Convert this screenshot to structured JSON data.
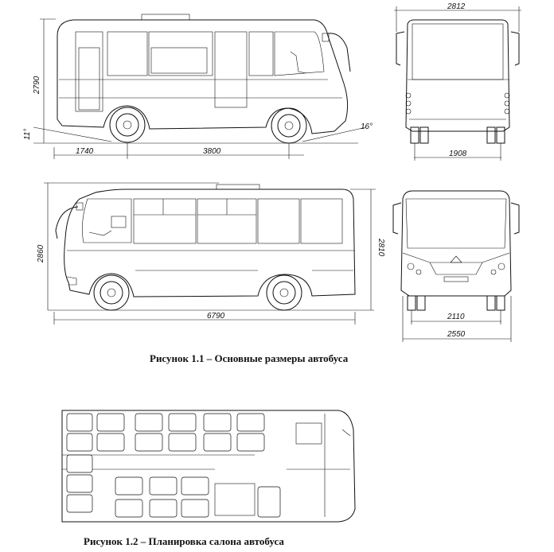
{
  "figure1": {
    "caption": "Рисунок 1.1 – Основные размеры автобуса",
    "dims": {
      "overhang_front": "1740",
      "wheelbase": "3800",
      "height_side": "2790",
      "angle_front": "11°",
      "angle_rear": "16°",
      "width_mirrors": "2812",
      "track_rear": "1908",
      "height_total": "2860",
      "height_body": "2810",
      "length": "6790",
      "track_front": "2110",
      "width_body": "2550"
    }
  },
  "figure2": {
    "caption": "Рисунок 1.2 – Планировка салона автобуса"
  }
}
